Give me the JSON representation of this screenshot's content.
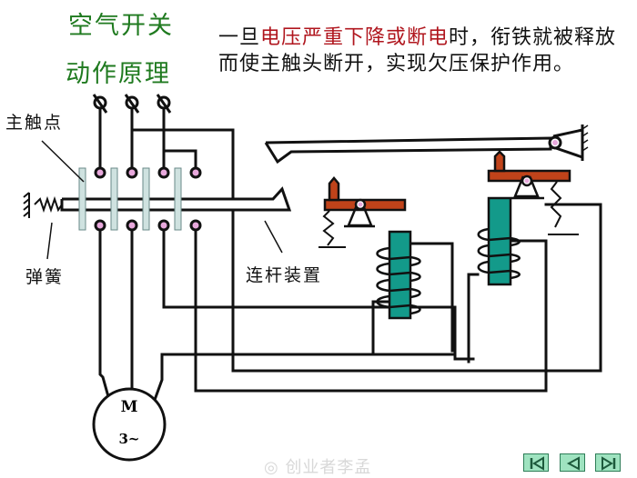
{
  "title": {
    "line1": "空气开关",
    "line2": "动作原理"
  },
  "description": {
    "prefix": "一旦",
    "highlight": "电压严重下降或断电",
    "suffix": "时，衔铁就被释放而使主触头断开，实现欠压保护作用。"
  },
  "labels": {
    "main_contacts": "主触点",
    "spring": "弹簧",
    "linkage": "连杆装置"
  },
  "motor": {
    "symbol": "M",
    "phase": "3~"
  },
  "watermark": "创业者李孟",
  "nav": {
    "first": "first-slide",
    "prev": "previous-slide",
    "next": "next-slide"
  },
  "colors": {
    "title_green": "#1f7a1f",
    "highlight_red": "#b0161e",
    "armature": "#c0431a",
    "coil_core": "#139a8a",
    "contact_pink": "#e8a8dc",
    "contact_bar": "#cfe2e0",
    "nav_green": "#9fe3c0"
  }
}
